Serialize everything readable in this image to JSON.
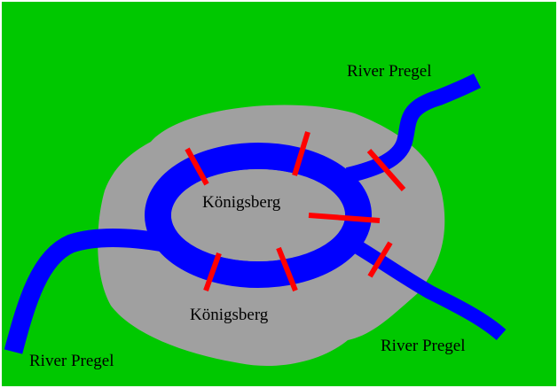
{
  "colors": {
    "land": "#00c800",
    "city": "#a0a0a0",
    "river": "#0000ff",
    "bridge": "#ff0000",
    "frame": "#ffffff",
    "text": "#000000"
  },
  "labels": {
    "river_top_right": "River Pregel",
    "river_bottom_left": "River Pregel",
    "river_bottom_right": "River Pregel",
    "city_island": "Königsberg",
    "city_south": "Königsberg"
  },
  "bridges": [
    "bridge-northwest",
    "bridge-north",
    "bridge-east-upper",
    "bridge-east-island",
    "bridge-east-lower",
    "bridge-south",
    "bridge-southwest"
  ]
}
